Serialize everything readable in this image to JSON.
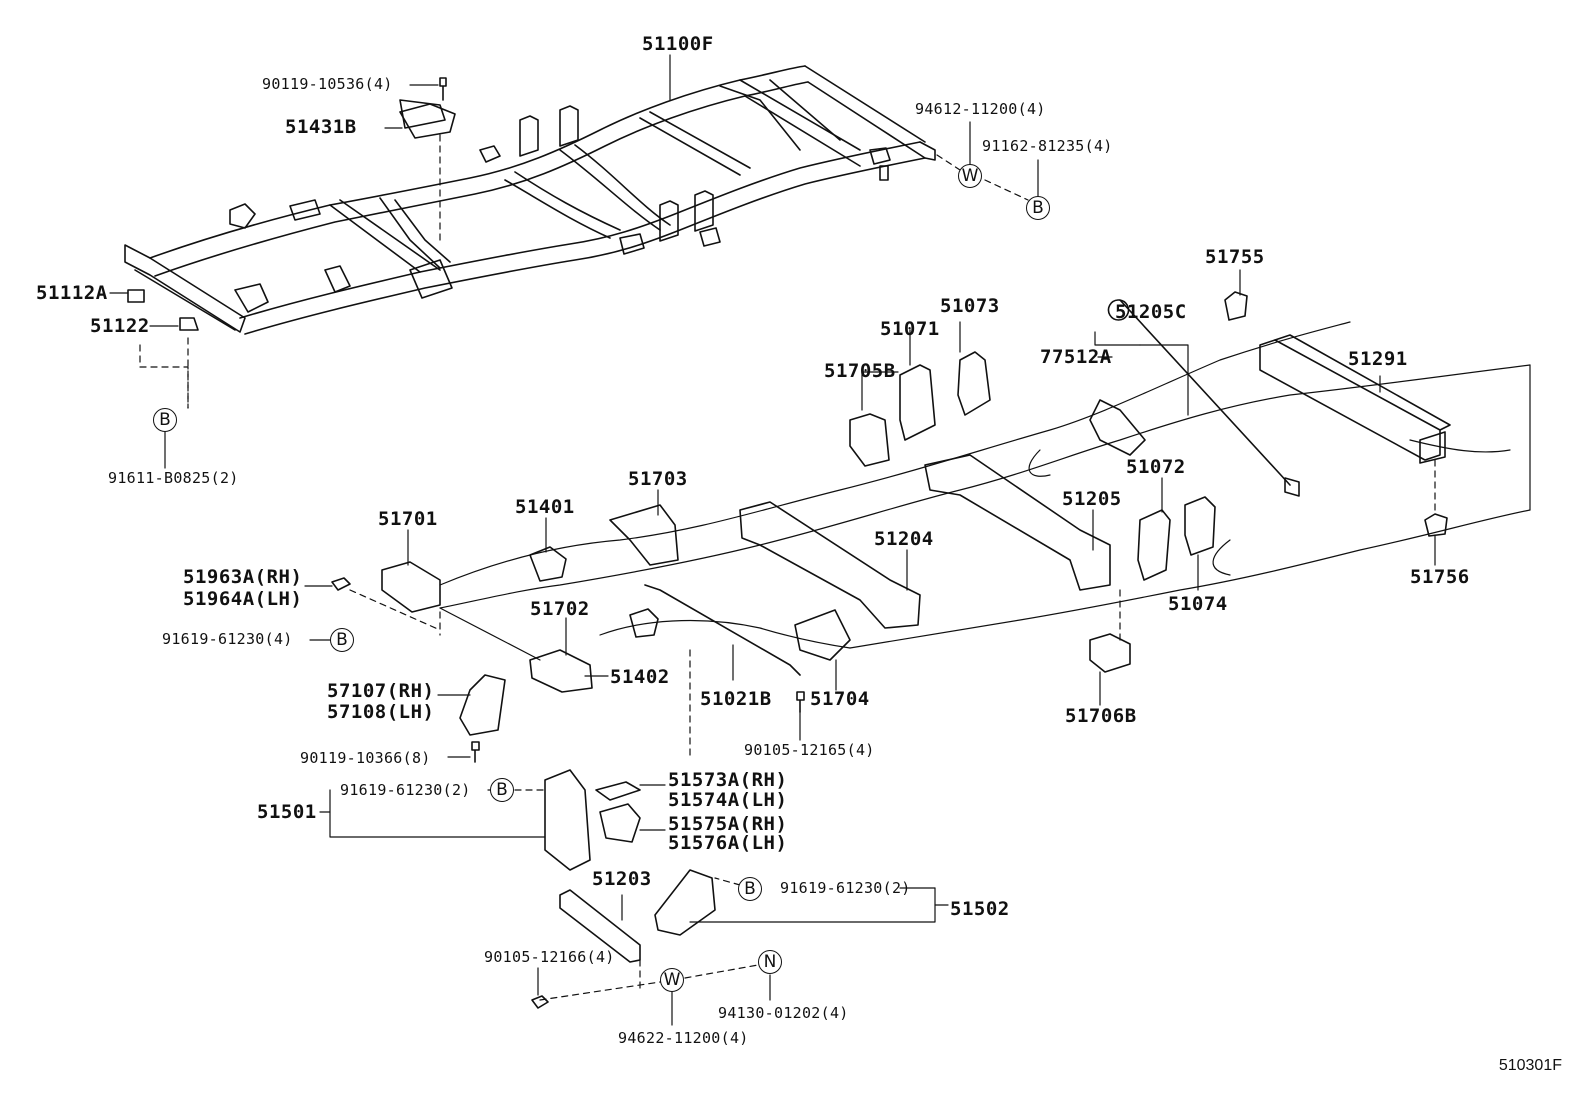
{
  "diagram": {
    "figure_id": "510301F",
    "labels": {
      "p51100F": "51100F",
      "p90119_10536": "90119-10536(4)",
      "p51431B": "51431B",
      "p94612_11200": "94612-11200(4)",
      "p91162_81235": "91162-81235(4)",
      "p51112A": "51112A",
      "p51122": "51122",
      "p91611_B0825": "91611-B0825(2)",
      "p51755": "51755",
      "p51205C": "51205C",
      "p51073": "51073",
      "p51071": "51071",
      "p77512A": "77512A",
      "p51291": "51291",
      "p51705B": "51705B",
      "p51072": "51072",
      "p51703": "51703",
      "p51401": "51401",
      "p51701": "51701",
      "p51205": "51205",
      "p51204": "51204",
      "p51963A": "51963A(RH)",
      "p51964A": "51964A(LH)",
      "p91619_61230_a": "91619-61230(4)",
      "p51702": "51702",
      "p51074": "51074",
      "p51756": "51756",
      "p51402": "51402",
      "p57107": "57107(RH)",
      "p57108": "57108(LH)",
      "p51021B": "51021B",
      "p51704": "51704",
      "p51706B": "51706B",
      "p90119_10366": "90119-10366(8)",
      "p90105_12165": "90105-12165(4)",
      "p91619_61230_b": "91619-61230(2)",
      "p51573A": "51573A(RH)",
      "p51574A": "51574A(LH)",
      "p51501": "51501",
      "p51575A": "51575A(RH)",
      "p51576A": "51576A(LH)",
      "p51203": "51203",
      "p91619_61230_c": "91619-61230(2)",
      "p51502": "51502",
      "p90105_12166": "90105-12166(4)",
      "p94130_01202": "94130-01202(4)",
      "p94622_11200": "94622-11200(4)"
    },
    "symbols": {
      "W": "W",
      "B": "B",
      "N": "N"
    }
  }
}
